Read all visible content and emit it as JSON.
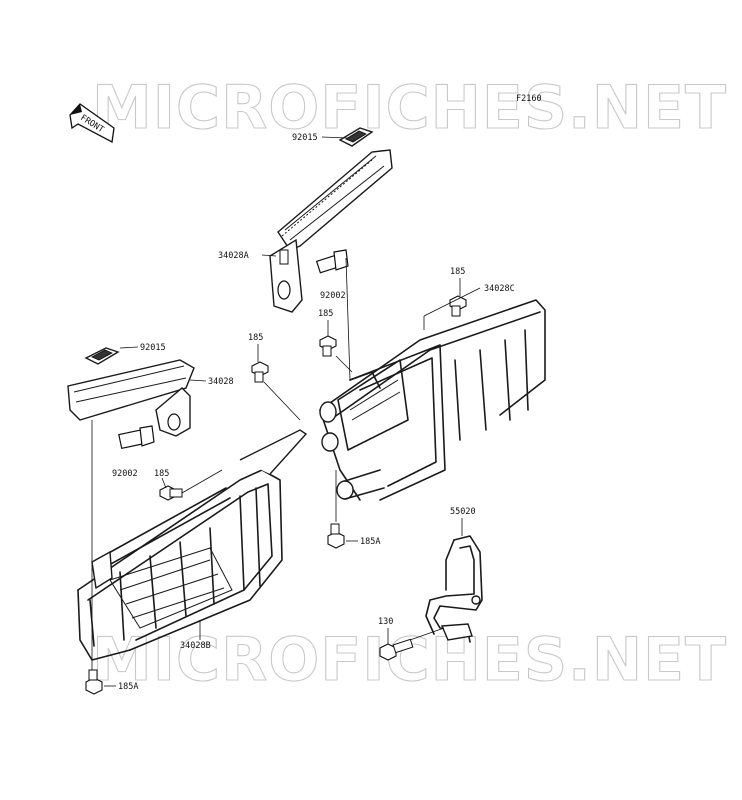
{
  "diagram_code": "F2160",
  "watermark": "MICROFICHES.NET",
  "front_label": "FRONT",
  "parts": {
    "p92015_top": "92015",
    "p34028A": "34028A",
    "p92002_top": "92002",
    "p185_top_right": "185",
    "p34028C": "34028C",
    "p185_mid": "185",
    "p185_left": "185",
    "p92015_left": "92015",
    "p34028": "34028",
    "p92002_left": "92002",
    "p185_lower_left": "185",
    "p185A_mid": "185A",
    "p55020": "55020",
    "p130": "130",
    "p34028B": "34028B",
    "p185A_bottom": "185A"
  }
}
